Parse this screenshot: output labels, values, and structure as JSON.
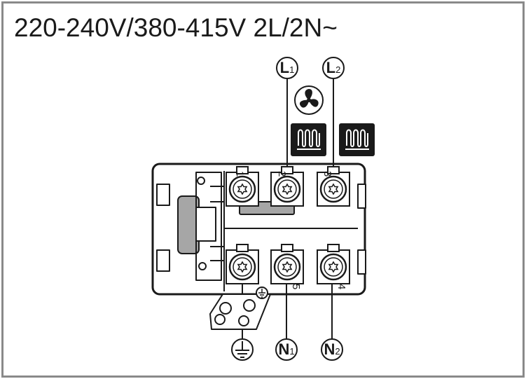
{
  "title": "220-240V/380-415V 2L/2N~",
  "colors": {
    "line": "#1a1a1a",
    "border": "#8a8a8a",
    "fill_gray": "#a6a6a6",
    "icon_bg": "#1a1a1a"
  },
  "icons": [
    "fan-icon",
    "heating-element-icon",
    "heating-element-icon",
    "earth-ground-icon"
  ],
  "terminals": {
    "top": [
      {
        "number": "1"
      },
      {
        "number": "2"
      },
      {
        "number": "3"
      }
    ],
    "bottom": [
      {
        "number": ""
      },
      {
        "number": "5"
      },
      {
        "number": "4"
      }
    ]
  },
  "connections": [
    {
      "letter": "L",
      "sub": "1"
    },
    {
      "letter": "L",
      "sub": "2"
    },
    {
      "letter": "N",
      "sub": "1"
    },
    {
      "letter": "N",
      "sub": "2"
    }
  ]
}
